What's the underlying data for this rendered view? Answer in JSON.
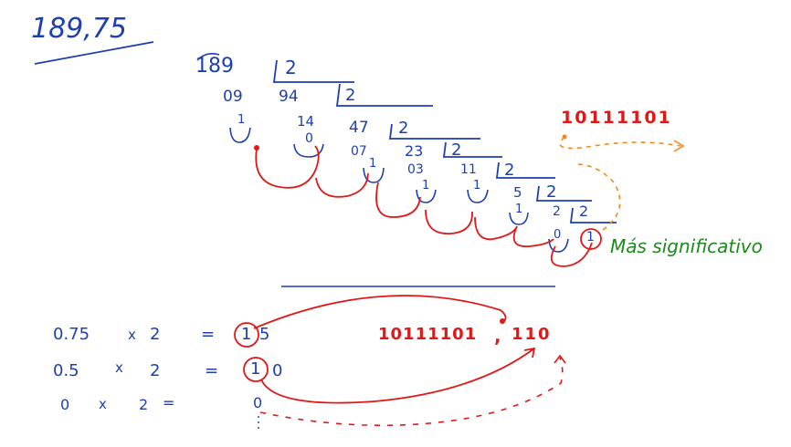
{
  "colors": {
    "ink_blue": "#1d3fb0",
    "ink_red": "#e01818",
    "ink_green": "#1a8a1a",
    "ink_orange": "#f08a1c"
  },
  "title": "189,75",
  "division": {
    "dividend": "189",
    "divisor": "2",
    "row1": {
      "remainder_text": "09",
      "quotient": "94",
      "divisor": "2"
    },
    "row2": {
      "r1": "1",
      "q_text": "14",
      "quotient": "47",
      "divisor": "2"
    },
    "row3": {
      "r2": "0",
      "q_text": "07",
      "quotient": "23",
      "divisor": "2"
    },
    "row4": {
      "r3": "1",
      "q_text": "03",
      "quotient": "11",
      "divisor": "2"
    },
    "row5": {
      "r4": "1",
      "r5": "1",
      "quotient": "5",
      "divisor": "2"
    },
    "row6": {
      "r6": "1",
      "quotient": "2",
      "divisor": "2"
    },
    "row7": {
      "r7": "0",
      "last": "1"
    }
  },
  "binary_integer": "10111101",
  "most_significant_label": "Más significativo",
  "fraction": {
    "rows": [
      {
        "a": "0.75",
        "op": "x",
        "b": "2",
        "eq": "=",
        "result_digit": "1",
        "result_rest": "5"
      },
      {
        "a": "0.5",
        "op": "x",
        "b": "2",
        "eq": "=",
        "result_digit": "1",
        "result_rest": "0"
      },
      {
        "a": "0",
        "op": "x",
        "b": "2",
        "eq": "=",
        "result_digit": "0",
        "result_rest": ""
      }
    ],
    "result_integer": "10111101",
    "result_sep": ",",
    "result_fraction": "110"
  }
}
